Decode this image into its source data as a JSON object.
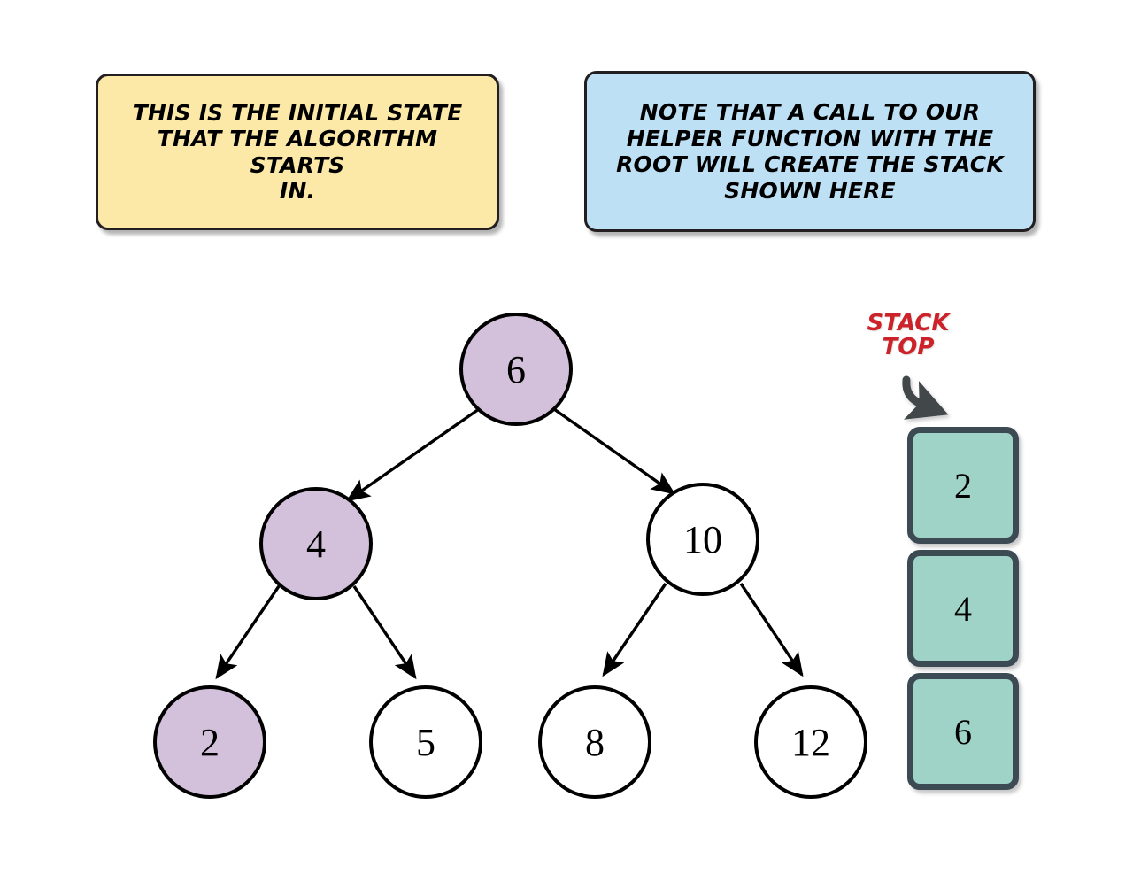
{
  "notes": [
    {
      "id": "initial-state",
      "text": "THIS IS THE INITIAL STATE\nTHAT THE ALGORITHM STARTS\nIN.",
      "color": "#fce9a8"
    },
    {
      "id": "helper-call",
      "text": "NOTE THAT A CALL TO OUR\nHELPER FUNCTION WITH THE\nROOT WILL CREATE THE STACK\nSHOWN HERE",
      "color": "#bde0f4"
    }
  ],
  "tree": {
    "nodes": [
      {
        "id": "root",
        "label": "6",
        "visited": true
      },
      {
        "id": "n4",
        "label": "4",
        "visited": true
      },
      {
        "id": "n10",
        "label": "10",
        "visited": false
      },
      {
        "id": "n2",
        "label": "2",
        "visited": true
      },
      {
        "id": "n5",
        "label": "5",
        "visited": false
      },
      {
        "id": "n8",
        "label": "8",
        "visited": false
      },
      {
        "id": "n12",
        "label": "12",
        "visited": false
      }
    ],
    "visited_color": "#d3c0da",
    "unvisited_color": "#ffffff",
    "edge_color": "#000000"
  },
  "stack": {
    "top_label": "STACK\nTOP",
    "top_label_color": "#cc2229",
    "box_color": "#9fd3c8",
    "box_border_color": "#3c4a54",
    "items": [
      {
        "label": "2",
        "position": "top"
      },
      {
        "label": "4",
        "position": "middle"
      },
      {
        "label": "6",
        "position": "bottom"
      }
    ]
  }
}
